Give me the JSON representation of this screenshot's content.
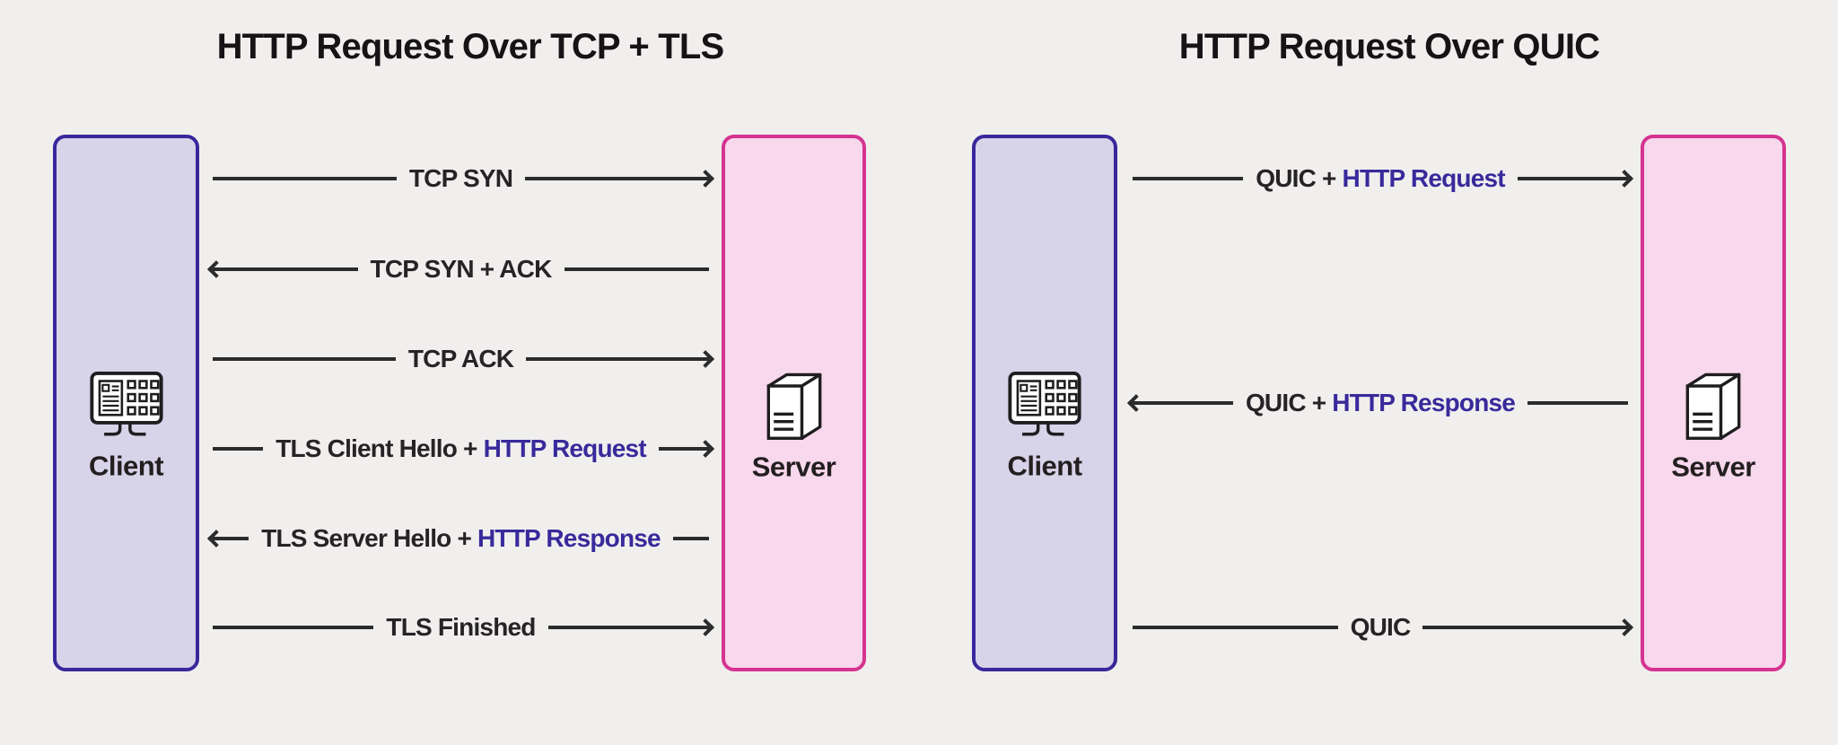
{
  "background_color": "#f0efee",
  "colors": {
    "accent_purple": "#382a9b",
    "text_dark": "#262327",
    "arrow_dark": "#2b2b2b",
    "client_box_fill": "#d7d3e8",
    "client_box_border": "#38289b",
    "server_box_fill": "#f8d8ec",
    "server_box_border": "#d63390"
  },
  "panels": [
    {
      "title": "HTTP Request Over TCP + TLS",
      "client": {
        "label": "Client",
        "icon": "client-monitor-icon"
      },
      "server": {
        "label": "Server",
        "icon": "server-tower-icon"
      },
      "messages": [
        {
          "text": "TCP SYN",
          "highlight": "",
          "direction": "right"
        },
        {
          "text": "TCP SYN + ACK",
          "highlight": "",
          "direction": "left"
        },
        {
          "text": "TCP ACK",
          "highlight": "",
          "direction": "right"
        },
        {
          "text": "TLS Client Hello + ",
          "highlight": "HTTP Request",
          "direction": "right"
        },
        {
          "text": "TLS Server Hello + ",
          "highlight": "HTTP Response",
          "direction": "left"
        },
        {
          "text": "TLS Finished",
          "highlight": "",
          "direction": "right"
        }
      ]
    },
    {
      "title": "HTTP Request Over QUIC",
      "client": {
        "label": "Client",
        "icon": "client-monitor-icon"
      },
      "server": {
        "label": "Server",
        "icon": "server-tower-icon"
      },
      "messages": [
        {
          "text": "QUIC + ",
          "highlight": "HTTP Request",
          "direction": "right"
        },
        {
          "text": "QUIC + ",
          "highlight": "HTTP Response",
          "direction": "left"
        },
        {
          "text": "QUIC",
          "highlight": "",
          "direction": "right"
        }
      ]
    }
  ]
}
